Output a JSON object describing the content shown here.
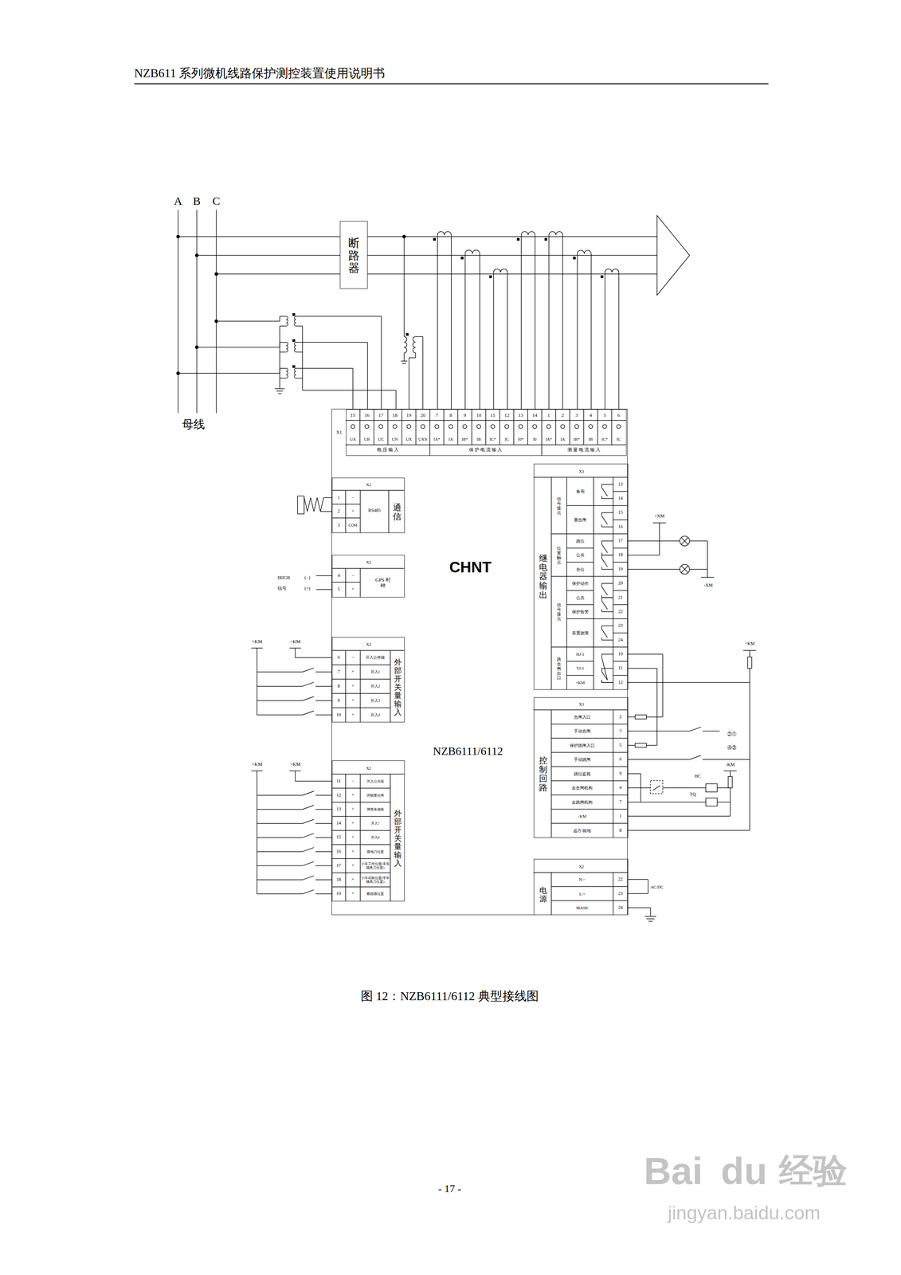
{
  "diagram": {
    "title": "NZB611 系列微机线路保护测控装置使用说明书",
    "caption": "图 12：NZB6111/6112 典型接线图",
    "nodes": [
      {
        "text": [
          "断路器"
        ]
      },
      {
        "text": [
          "CHNT",
          "NZB6111/6112"
        ]
      },
      {
        "text": [
          "X1"
        ],
        "in": 1
      },
      {
        "text": [
          "X2",
          "通信"
        ],
        "in": 1
      },
      {
        "text": [
          "X2",
          "GPS 时钟"
        ],
        "in": 1
      },
      {
        "text": [
          "X2",
          "外部开关量输入"
        ],
        "in": 1
      },
      {
        "text": [
          "X2",
          "外部开关量输入"
        ],
        "in": 1
      },
      {
        "text": [
          "X3",
          "继电器输出"
        ],
        "in": 1
      },
      {
        "text": [
          "X3",
          "控制回路"
        ],
        "in": 1
      },
      {
        "text": [
          "X2",
          "电源"
        ],
        "in": 1
      }
    ],
    "labels": [
      "A",
      "B",
      "C",
      "母线",
      "15",
      "16",
      "17",
      "18",
      "19",
      "20",
      "7",
      "8",
      "9",
      "10",
      "11",
      "12",
      "13",
      "14",
      "1",
      "2",
      "3",
      "4",
      "5",
      "6",
      "UA",
      "UB",
      "UC",
      "UN",
      "UX",
      "UXN",
      "IA*",
      "IA",
      "IB*",
      "IB",
      "IC*",
      "IC",
      "I0*",
      "I0",
      "IA*",
      "IA",
      "IB*",
      "IB",
      "IC*",
      "IC",
      "电 压 输 入",
      "保 护 电 流 输 入",
      "测 量 电 流 输 入",
      "1",
      "−",
      "2",
      "+",
      "3",
      "COM",
      "RS485",
      "4",
      "−",
      "5",
      "+",
      "IRIGB",
      "(−)",
      "信号",
      "(+)",
      "+KM",
      "−KM",
      "6",
      "−",
      "开入公共端",
      "7",
      "+",
      "开入1",
      "8",
      "+",
      "开入2",
      "9",
      "+",
      "开入3",
      "10",
      "+",
      "开入4",
      "+KM",
      "−KM",
      "11",
      "−",
      "开入公共端",
      "12",
      "+",
      "闭锁重合闸",
      "13",
      "+",
      "弹簧未储能",
      "14",
      "+",
      "开入7",
      "15",
      "+",
      "开入8",
      "16",
      "+",
      "接地刀位置",
      "17",
      "+",
      "小车工作位置(手车隔离刀位置)",
      "18",
      "+",
      "小车试验位置(手车隔离刀位置)",
      "19",
      "+",
      "断路器位置",
      "信号接点",
      "位置触点",
      "信号接点",
      "跳合闸出口",
      "备用",
      "重合闸",
      "跳位",
      "公共",
      "合位",
      "保护动作",
      "公共",
      "保护告警",
      "装置故障",
      "HJ-1",
      "TJ-1",
      "+KM",
      "13",
      "14",
      "15",
      "16",
      "17",
      "18",
      "19",
      "20",
      "21",
      "22",
      "23",
      "24",
      "10",
      "11",
      "12",
      "+XM",
      "-XM",
      "合闸入口",
      "2",
      "手动合闸",
      "3",
      "保护跳闸入口",
      "5",
      "手动跳闸",
      "6",
      "跳位监视",
      "9",
      "去合闸机构",
      "4",
      "去跳闸机构",
      "7",
      "-KM",
      "1",
      "远方/就地",
      "8",
      "+KM",
      "②①",
      "④③",
      "-KM",
      "HC",
      "TQ",
      "N/−",
      "22",
      "L/+",
      "23",
      "MASK",
      "24",
      "AC/DC",
      "- 17 -",
      "Bai",
      "du",
      "经验",
      "jingyan.baidu.com"
    ]
  }
}
